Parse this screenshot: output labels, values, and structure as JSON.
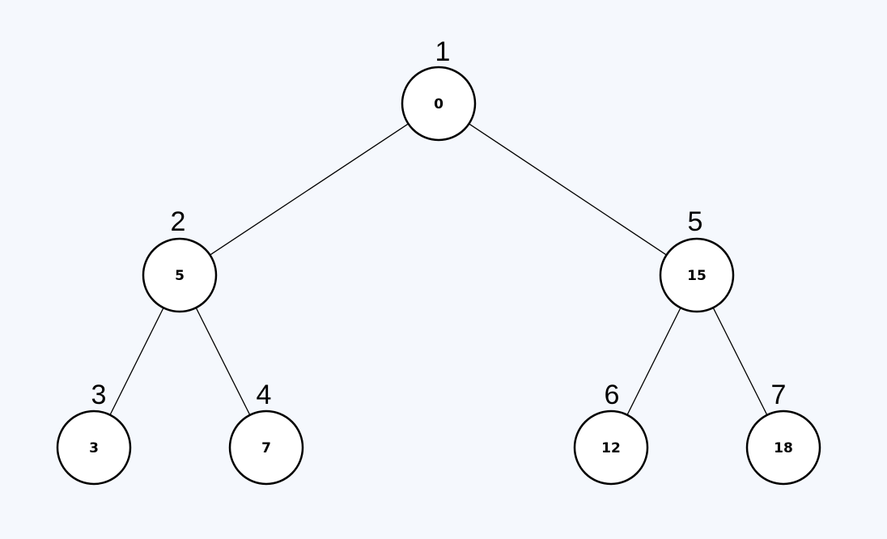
{
  "colors": {
    "background": "#f5f8fd",
    "node_fill": "#ffffff",
    "stroke": "#000000",
    "text": "#000000"
  },
  "tree": {
    "nodes": [
      {
        "id": "n1",
        "value": "0",
        "order": "1"
      },
      {
        "id": "n2",
        "value": "5",
        "order": "2"
      },
      {
        "id": "n3",
        "value": "3",
        "order": "3"
      },
      {
        "id": "n4",
        "value": "7",
        "order": "4"
      },
      {
        "id": "n5",
        "value": "15",
        "order": "5"
      },
      {
        "id": "n6",
        "value": "12",
        "order": "6"
      },
      {
        "id": "n7",
        "value": "18",
        "order": "7"
      }
    ],
    "edges": [
      {
        "from": "n1",
        "to": "n2"
      },
      {
        "from": "n1",
        "to": "n5"
      },
      {
        "from": "n2",
        "to": "n3"
      },
      {
        "from": "n2",
        "to": "n4"
      },
      {
        "from": "n5",
        "to": "n6"
      },
      {
        "from": "n5",
        "to": "n7"
      }
    ]
  }
}
